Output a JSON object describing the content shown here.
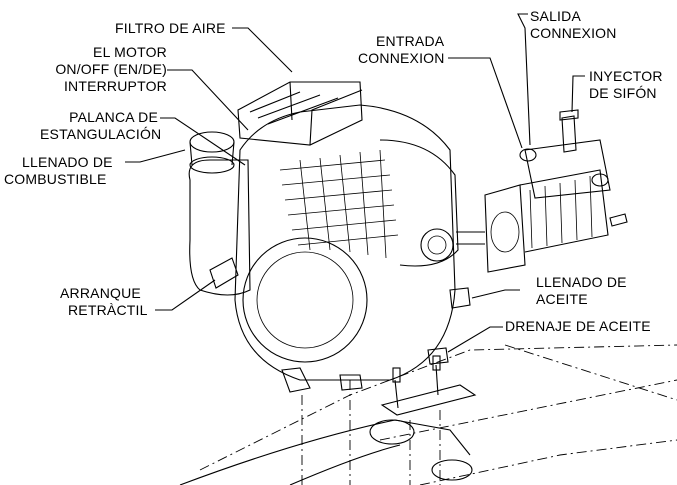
{
  "labels": {
    "air_filter": "FILTRO DE AIRE",
    "engine_switch_1": "EL MOTOR",
    "engine_switch_2": "ON/OFF (EN/DE)",
    "engine_switch_3": "INTERRUPTOR",
    "choke_1": "PALANCA DE",
    "choke_2": "ESTANGULACIÓN",
    "fuel_fill_1": "LLENADO DE",
    "fuel_fill_2": "COMBUSTIBLE",
    "recoil_1": "ARRANQUE",
    "recoil_2": "RETRÀCTIL",
    "inlet_1": "ENTRADA",
    "inlet_2": "CONNEXION",
    "outlet_1": "SALIDA",
    "outlet_2": "CONNEXION",
    "injector_1": "INYECTOR",
    "injector_2": "DE SIFÓN",
    "oil_fill_1": "LLENADO DE",
    "oil_fill_2": "ACEITE",
    "oil_drain": "DRENAJE DE ACEITE"
  }
}
